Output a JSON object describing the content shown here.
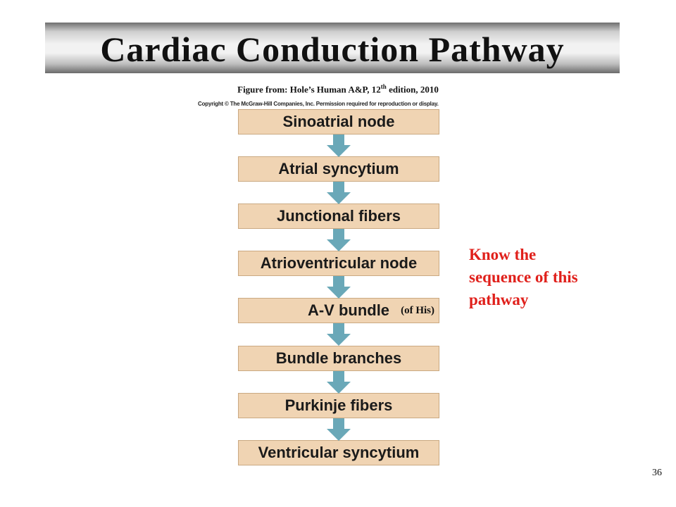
{
  "slide": {
    "title": "Cardiac Conduction Pathway",
    "credit_prefix": "Figure from: Hole’s Human A&P, 12",
    "credit_sup": "th",
    "credit_suffix": " edition, 2010",
    "copyright": "Copyright © The McGraw-Hill Companies, Inc. Permission required for reproduction or display.",
    "page_number": "36"
  },
  "pathway": {
    "steps": [
      "Sinoatrial node",
      "Atrial syncytium",
      "Junctional fibers",
      "Atrioventricular node",
      "A-V bundle",
      "Bundle branches",
      "Purkinje fibers",
      "Ventricular syncytium"
    ],
    "his_note": "(of His)",
    "colors": {
      "box_fill": "#f0d4b3",
      "arrow": "#6aa8b8"
    }
  },
  "note": {
    "lines": [
      "Know the",
      "sequence of this",
      "pathway"
    ],
    "color": "#e0201b"
  }
}
